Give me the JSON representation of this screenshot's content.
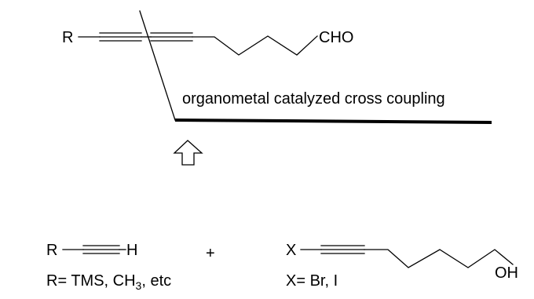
{
  "top_molecule": {
    "left_group": "R",
    "end_group": "CHO"
  },
  "disconnection_note": "organometal catalyzed cross coupling",
  "reagent_left": {
    "group": "R",
    "atom": "H",
    "caption_prefix": "R= TMS, CH",
    "caption_sub": "3",
    "caption_suffix": ", etc"
  },
  "plus_sign": "+",
  "reagent_right": {
    "group": "X",
    "end_group": "OH",
    "caption": "X= Br, I"
  }
}
